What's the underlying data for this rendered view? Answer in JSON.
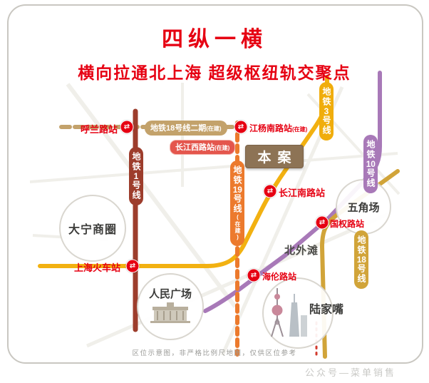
{
  "header": {
    "title_line1": "四纵一横",
    "title_line2": "横向拉通北上海  超级枢纽轨交聚点"
  },
  "colors": {
    "title_red": "#e60012",
    "station_red": "#e60012",
    "line1": "#9d3d2c",
    "line3": "#f2b111",
    "line10": "#a879b8",
    "line18": "#d1a439",
    "line19": "#ec7a2d",
    "line18_phase2": "#c3a26b",
    "project_bg": "#8d7355",
    "highlight_station_bg": "#e4564d"
  },
  "lines": {
    "line1": {
      "prefix": "地铁",
      "number": "1",
      "suffix": "号线"
    },
    "line3": {
      "prefix": "地铁",
      "number": "3",
      "suffix": "号线"
    },
    "line10": {
      "prefix": "地铁",
      "number": "10",
      "suffix": "号线"
    },
    "line18": {
      "prefix": "地铁",
      "number": "18",
      "suffix": "号线"
    },
    "line19": {
      "prefix": "地铁",
      "number": "19",
      "suffix": "号线",
      "status": "(在建)"
    },
    "line18_phase2": {
      "prefix": "地铁",
      "number": "18",
      "suffix": "号线二期",
      "status": "(在建)"
    }
  },
  "stations": {
    "hulan": {
      "name": "呼兰路站"
    },
    "jiangyang": {
      "name": "江杨南路站",
      "status": "(在建)"
    },
    "changjiangxi": {
      "name": "长江西路站",
      "status": "(在建)"
    },
    "changjiangnan": {
      "name": "长江南路站"
    },
    "guoquan": {
      "name": "国权路站"
    },
    "railway": {
      "name": "上海火车站"
    },
    "hailun": {
      "name": "海伦路站"
    }
  },
  "landmarks": {
    "daning": {
      "name": "大宁商圈"
    },
    "renmin": {
      "name": "人民广场"
    },
    "wujiaochang": {
      "name": "五角场"
    },
    "beiwaitan": {
      "name": "北外滩"
    },
    "lujiazui": {
      "name": "陆家嘴"
    }
  },
  "project": {
    "label": "本案"
  },
  "icons": {
    "transfer": "⇄"
  },
  "footer": {
    "disclaimer": "区位示意图，非严格比例尺地图，仅供区位参考"
  },
  "watermark": "公众号—菜单销售"
}
